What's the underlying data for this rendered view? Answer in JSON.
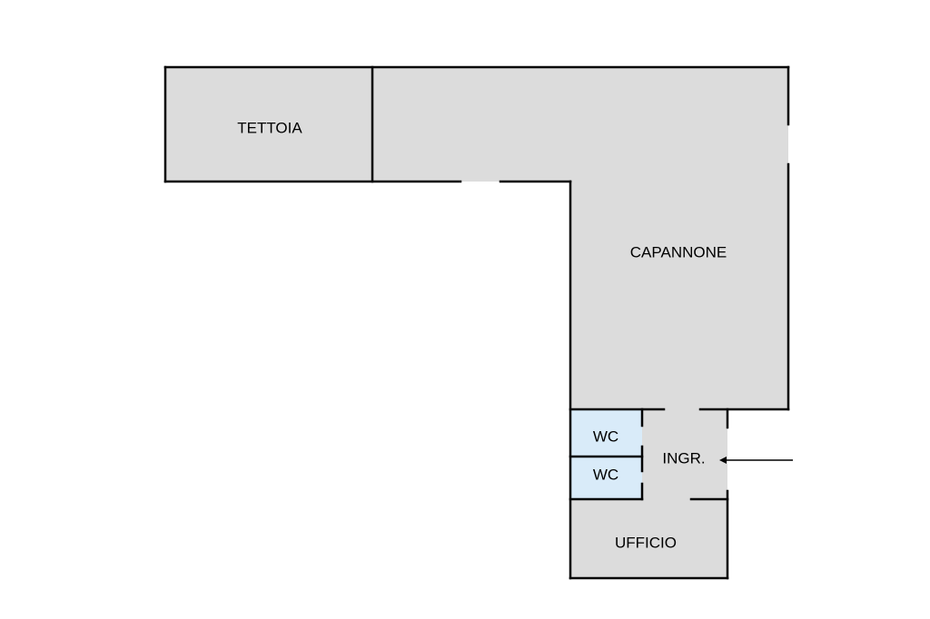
{
  "colors": {
    "background": "#ffffff",
    "room_fill": "#dcdcdc",
    "wc_fill": "#d9ebf9",
    "wall": "#000000"
  },
  "rooms": {
    "tettoia": "TETTOIA",
    "capannone": "CAPANNONE",
    "wc_upper": "WC",
    "wc_lower": "WC",
    "ingresso": "INGR.",
    "ufficio": "UFFICIO"
  }
}
